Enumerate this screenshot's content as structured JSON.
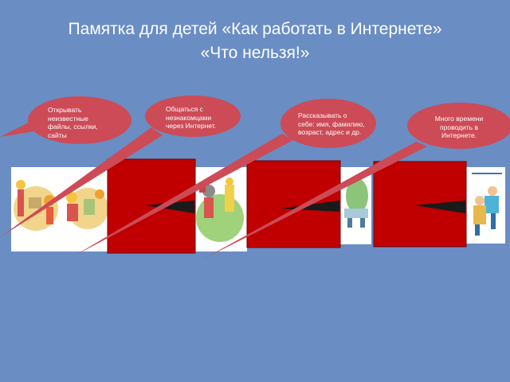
{
  "slide": {
    "title_line1": "Памятка для детей «Как работать в Интернете»",
    "title_line2": "«Что нельзя!»"
  },
  "bubbles": [
    {
      "text": "Открывать неизвестные файлы, ссылки, сайты"
    },
    {
      "text": "Общаться с незнакомцами через Интернет."
    },
    {
      "text": "Рассказывать о себе: имя, фамилию, возраст, адрес и др."
    },
    {
      "text": "Много времени проводить в Интернете."
    }
  ],
  "colors": {
    "background": "#6a8dc4",
    "bubble": "#cc4b57",
    "block": "#c00000",
    "text": "#ffffff"
  }
}
